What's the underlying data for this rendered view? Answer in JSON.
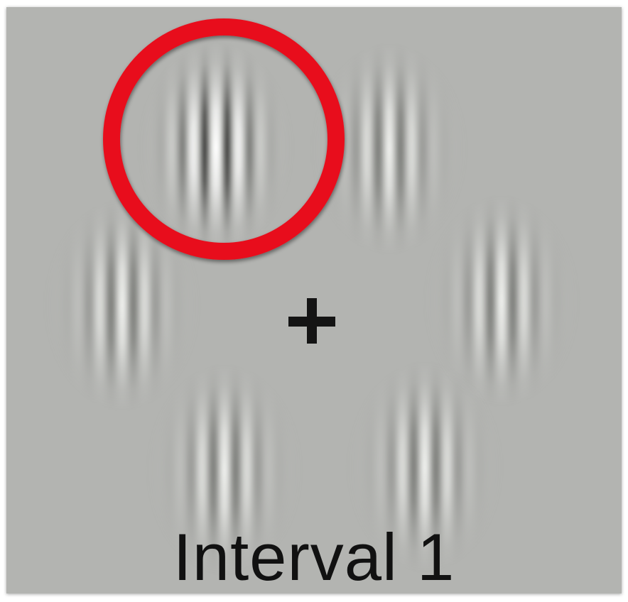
{
  "display": {
    "background_color": "#b3b4b1",
    "label": "Interval 1",
    "fixation_symbol": "+",
    "cue_color": "#e8101c"
  },
  "stimuli": [
    {
      "name": "gabor-top-left",
      "contrast": 1.0
    },
    {
      "name": "gabor-top-right",
      "contrast": 0.45
    },
    {
      "name": "gabor-middle-left",
      "contrast": 0.45
    },
    {
      "name": "gabor-middle-right",
      "contrast": 0.45
    },
    {
      "name": "gabor-bottom-left",
      "contrast": 0.45
    },
    {
      "name": "gabor-bottom-right",
      "contrast": 0.45
    }
  ],
  "cue": {
    "target": "gabor-top-left"
  }
}
